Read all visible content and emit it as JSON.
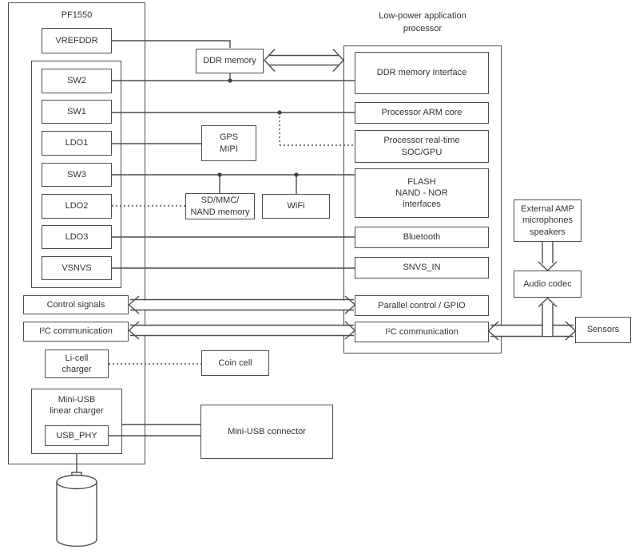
{
  "colors": {
    "stroke": "#4d4d4d",
    "text": "#333333",
    "background": "#ffffff"
  },
  "nodes": {
    "pf1550_title": "PF1550",
    "vrefddr": "VREFDDR",
    "sw2": "SW2",
    "sw1": "SW1",
    "ldo1": "LDO1",
    "sw3": "SW3",
    "ldo2": "LDO2",
    "ldo3": "LDO3",
    "vsnvs": "VSNVS",
    "control_signals": "Control signals",
    "i2c_left": "I²C communication",
    "licell_charger": "Li-cell\ncharger",
    "mini_usb_linear_charger": "Mini-USB\nlinear charger",
    "usb_phy": "USB_PHY",
    "ddr_memory": "DDR memory",
    "gps_mipi": "GPS\nMIPI",
    "sd_mmc": "SD/MMC/\nNAND memory",
    "wifi": "WiFi",
    "coin_cell": "Coin cell",
    "mini_usb_connector": "Mini-USB connector",
    "processor_title": "Low-power application\nprocessor",
    "ddr_interface": "DDR memory Interface",
    "arm_core": "Processor ARM core",
    "soc_gpu": "Processor real-time\nSOC/GPU",
    "flash": "FLASH\nNAND - NOR\ninterfaces",
    "bluetooth": "Bluetooth",
    "snvs_in": "SNVS_IN",
    "parallel_gpio": "Parallel control / GPIO",
    "i2c_right": "I²C communication",
    "ext_amp": "External AMP\nmicrophones\nspeakers",
    "audio_codec": "Audio codec",
    "sensors": "Sensors"
  },
  "connections": [
    {
      "from": "VREFDDR",
      "to": "DDR memory",
      "style": "line"
    },
    {
      "from": "DDR memory",
      "to": "Low-power application processor",
      "style": "double-line-arrow-both-ends"
    },
    {
      "from": "SW2",
      "to": "DDR memory Interface",
      "style": "line",
      "taps": [
        "DDR memory"
      ]
    },
    {
      "from": "SW1",
      "to": "Processor ARM core",
      "style": "line"
    },
    {
      "from": "SW1",
      "to": "Processor real-time SOC/GPU",
      "style": "dotted"
    },
    {
      "from": "LDO1",
      "to": "GPS MIPI",
      "style": "line"
    },
    {
      "from": "SW3",
      "to": "FLASH NAND - NOR interfaces",
      "style": "line",
      "taps": [
        "SD/MMC/ NAND memory",
        "WiFi"
      ]
    },
    {
      "from": "LDO2",
      "to": "SD/MMC/ NAND memory",
      "style": "dotted"
    },
    {
      "from": "LDO3",
      "to": "Bluetooth",
      "style": "line"
    },
    {
      "from": "VSNVS",
      "to": "SNVS_IN",
      "style": "line"
    },
    {
      "from": "Control signals",
      "to": "Parallel control / GPIO",
      "style": "double-line-arrow-both-ends"
    },
    {
      "from": "I²C communication (PF1550)",
      "to": "I²C communication (processor)",
      "style": "double-line-arrow-both-ends"
    },
    {
      "from": "I²C communication (processor)",
      "to": "Sensors",
      "style": "double-line-arrow-both-ends"
    },
    {
      "from": "I²C bus",
      "to": "Audio codec",
      "style": "double-line-arrow-up"
    },
    {
      "from": "External AMP microphones speakers",
      "to": "Audio codec",
      "style": "double-line-arrow-down"
    },
    {
      "from": "Li-cell charger",
      "to": "Coin cell",
      "style": "dotted"
    },
    {
      "from": "Mini-USB linear charger",
      "to": "Mini-USB connector",
      "style": "line"
    },
    {
      "from": "USB_PHY",
      "to": "Mini-USB connector",
      "style": "line"
    },
    {
      "from": "Mini-USB linear charger",
      "to": "battery",
      "style": "line"
    }
  ]
}
